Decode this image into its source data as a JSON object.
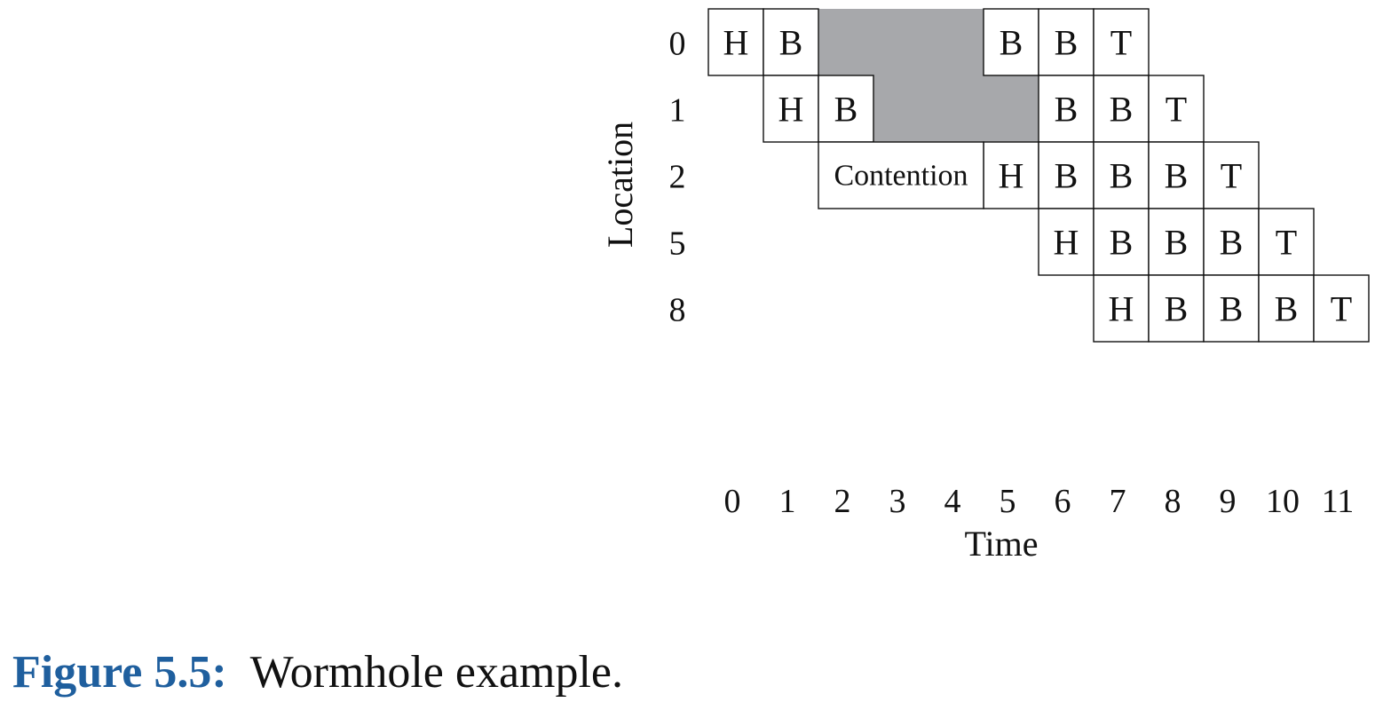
{
  "diagram": {
    "y_axis_label": "Location",
    "x_axis_label": "Time",
    "rows": [
      {
        "location": "0",
        "cells": [
          {
            "t": 0,
            "label": "H"
          },
          {
            "t": 1,
            "label": "B"
          },
          {
            "t": 5,
            "label": "B"
          },
          {
            "t": 6,
            "label": "B"
          },
          {
            "t": 7,
            "label": "T"
          }
        ]
      },
      {
        "location": "1",
        "cells": [
          {
            "t": 1,
            "label": "H"
          },
          {
            "t": 2,
            "label": "B"
          },
          {
            "t": 6,
            "label": "B"
          },
          {
            "t": 7,
            "label": "B"
          },
          {
            "t": 8,
            "label": "T"
          }
        ]
      },
      {
        "location": "2",
        "cells": [
          {
            "t": 5,
            "label": "H"
          },
          {
            "t": 6,
            "label": "B"
          },
          {
            "t": 7,
            "label": "B"
          },
          {
            "t": 8,
            "label": "B"
          },
          {
            "t": 9,
            "label": "T"
          }
        ]
      },
      {
        "location": "5",
        "cells": [
          {
            "t": 6,
            "label": "H"
          },
          {
            "t": 7,
            "label": "B"
          },
          {
            "t": 8,
            "label": "B"
          },
          {
            "t": 9,
            "label": "B"
          },
          {
            "t": 10,
            "label": "T"
          }
        ]
      },
      {
        "location": "8",
        "cells": [
          {
            "t": 7,
            "label": "H"
          },
          {
            "t": 8,
            "label": "B"
          },
          {
            "t": 9,
            "label": "B"
          },
          {
            "t": 10,
            "label": "B"
          },
          {
            "t": 11,
            "label": "T"
          }
        ]
      }
    ],
    "blocked_regions": [
      {
        "row": 0,
        "t_start": 2,
        "t_end": 4
      },
      {
        "row": 1,
        "t_start": 3,
        "t_end": 5
      }
    ],
    "contention": {
      "row": 2,
      "t_start": 2,
      "t_end": 4,
      "label": "Contention"
    },
    "time_ticks": [
      "0",
      "1",
      "2",
      "3",
      "4",
      "5",
      "6",
      "7",
      "8",
      "9",
      "10",
      "11"
    ],
    "blocked_color": "#a7a8ab"
  },
  "caption": {
    "figure_number": "Figure 5.5:",
    "text": "Wormhole example."
  }
}
